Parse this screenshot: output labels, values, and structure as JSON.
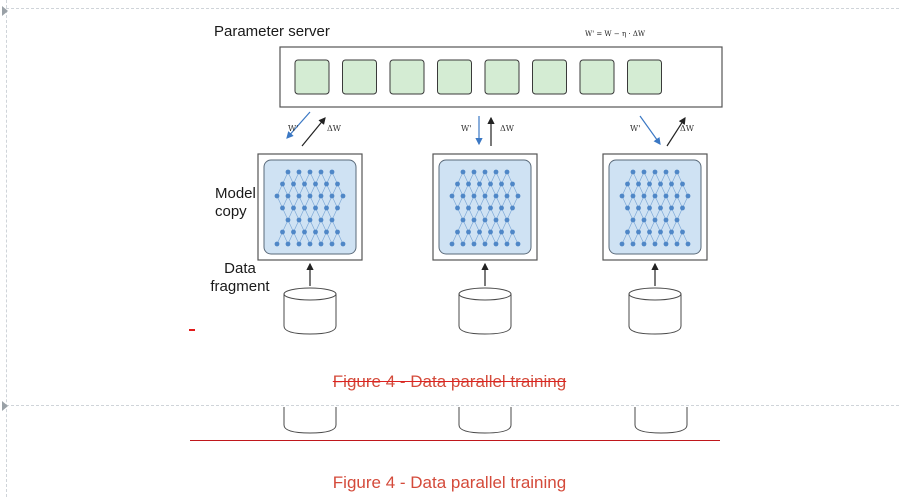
{
  "diagram": {
    "parameter_server_label": "Parameter server",
    "update_formula": "W' = W − η · ΔW",
    "model_copy_label_line1": "Model",
    "model_copy_label_line2": "copy",
    "data_fragment_label_line1": "Data",
    "data_fragment_label_line2": "fragment",
    "param_cells": 8,
    "arrow_down_label": "W'",
    "arrow_up_label": "ΔW",
    "replicas": 3
  },
  "captions": {
    "deleted": "Figure 4 - Data parallel training",
    "current": "Figure 4 - Data parallel training"
  },
  "colors": {
    "cell_fill": "#d4ecd3",
    "cell_stroke": "#3a3a3a",
    "model_fill": "#cfe2f3",
    "node": "#4f87c7",
    "arrow_blue": "#3b78c4",
    "caption": "#d44a3a",
    "tracked_line": "#c0171c"
  }
}
